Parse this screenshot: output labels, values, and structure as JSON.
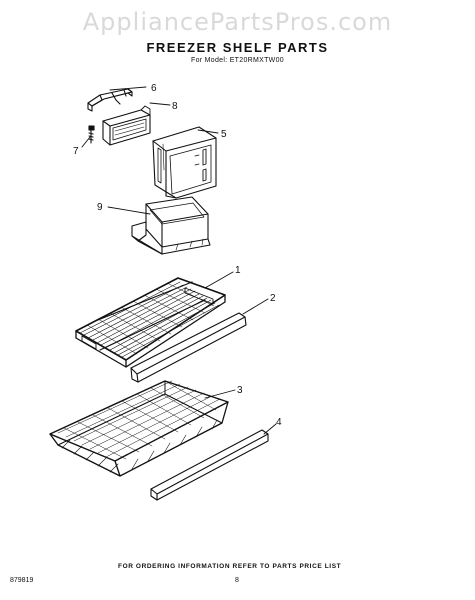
{
  "watermark": "AppliancePartsPros.com",
  "title": "FREEZER SHELF PARTS",
  "subtitle": "For Model: ET20RMXTW00",
  "callouts": {
    "c1": "1",
    "c2": "2",
    "c3": "3",
    "c4": "4",
    "c5": "5",
    "c6": "6",
    "c7": "7",
    "c8": "8",
    "c9": "9"
  },
  "footer": {
    "note": "FOR ORDERING INFORMATION REFER TO PARTS PRICE LIST",
    "code": "879819",
    "page": "8"
  }
}
